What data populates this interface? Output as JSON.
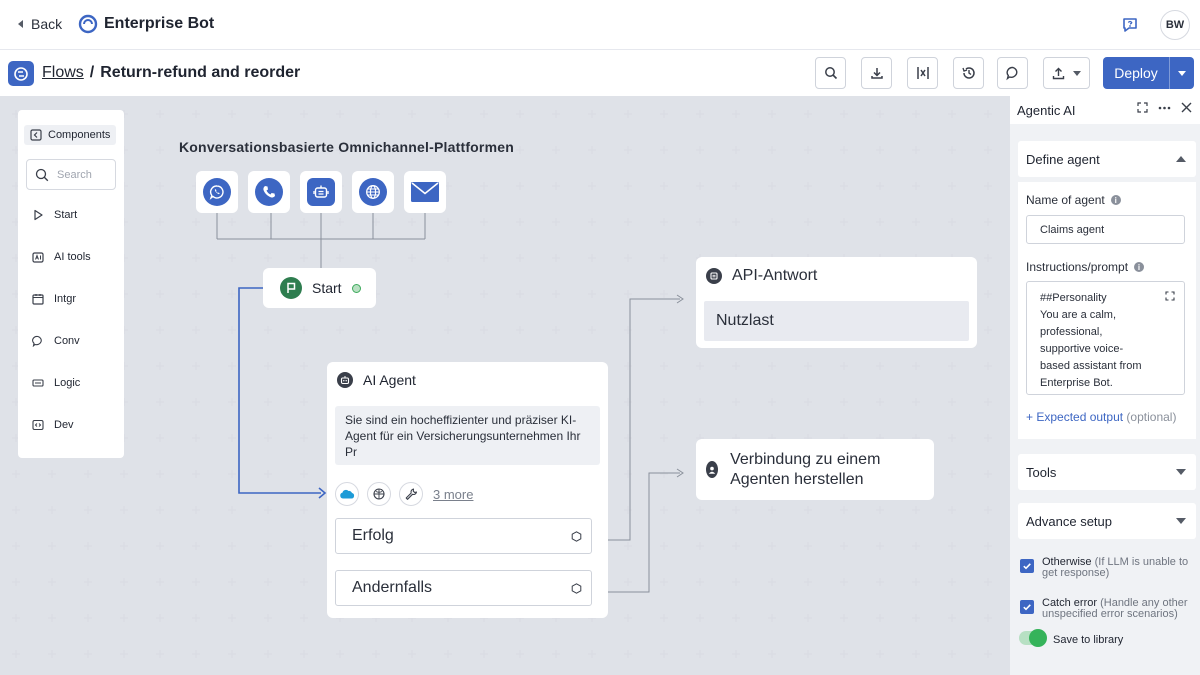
{
  "header": {
    "back_label": "Back",
    "brand_name": "Enterprise Bot",
    "user_initials": "BW"
  },
  "subbar": {
    "breadcrumb_root": "Flows",
    "breadcrumb_separator": "/",
    "flow_name": "Return-refund and reorder",
    "deploy_label": "Deploy"
  },
  "components_panel": {
    "title": "Components",
    "search_placeholder": "Search",
    "items": [
      {
        "label": "Start",
        "icon": "play-icon"
      },
      {
        "label": "AI tools",
        "icon": "ai-tools-icon"
      },
      {
        "label": "Intgr",
        "icon": "calendar-icon"
      },
      {
        "label": "Conv",
        "icon": "chat-bubble-icon"
      },
      {
        "label": "Logic",
        "icon": "logic-icon"
      },
      {
        "label": "Dev",
        "icon": "code-icon"
      }
    ]
  },
  "canvas": {
    "channels_title": "Konversationsbasierte Omnichannel-Plattformen",
    "channels": [
      "whatsapp-icon",
      "phone-icon",
      "bot-icon",
      "globe-icon",
      "mail-icon"
    ],
    "start_node": {
      "label": "Start"
    },
    "agent_node": {
      "title": "AI Agent",
      "description": "Sie sind ein hocheffizienter und präziser KI-Agent für ein Versicherungsunternehmen Ihr Pr",
      "more_tools": "3 more",
      "outcomes": [
        "Erfolg",
        "Andernfalls"
      ]
    },
    "api_node": {
      "title": "API-Antwort",
      "payload": "Nutzlast"
    },
    "connect_node": {
      "title": "Verbindung zu einem Agenten herstellen"
    }
  },
  "right_panel": {
    "title": "Agentic AI",
    "define_agent": {
      "section_title": "Define agent",
      "name_label": "Name of agent",
      "name_value": "Claims agent",
      "prompt_label": "Instructions/prompt",
      "prompt_value": "##Personality\nYou are a calm, professional, supportive voice-based assistant from Enterprise Bot.",
      "expected_output": "+ Expected output",
      "expected_output_optional": "(optional)"
    },
    "tools_title": "Tools",
    "advance_title": "Advance setup",
    "otherwise_label": "Otherwise",
    "otherwise_hint": "(If LLM is unable to get response)",
    "catch_label": "Catch error",
    "catch_hint": "(Handle any other unspecified error scenarios)",
    "save_label": "Save to library"
  },
  "colors": {
    "accent": "#3d66c3",
    "canvas_bg": "#f3f4f7",
    "start_green": "#2e7d4f",
    "toggle_green": "#35b35a"
  }
}
